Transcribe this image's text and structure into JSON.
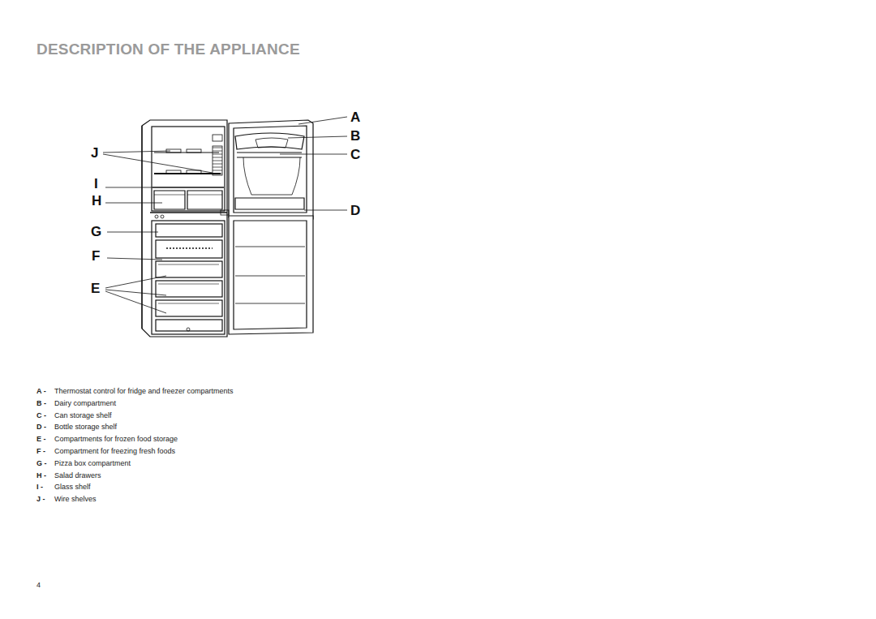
{
  "diagram": {
    "title": "DESCRIPTION OF THE APPLIANCE",
    "labels": [
      "A",
      "B",
      "C",
      "D",
      "J",
      "I",
      "H",
      "G",
      "F",
      "E",
      "A -",
      "Thermostat control for fridge and freezer compartments",
      "B -",
      "Dairy compartment",
      "C -",
      "Can storage shelf",
      "D -",
      "Bottle storage shelf",
      "E -",
      "Compartments for frozen food storage",
      "F -",
      "Compartment for freezing fresh foods",
      "G -",
      "Pizza box compartment",
      "H -",
      "Salad drawers",
      "I -",
      "Glass shelf",
      "J -",
      "Wire shelves",
      "4"
    ]
  }
}
